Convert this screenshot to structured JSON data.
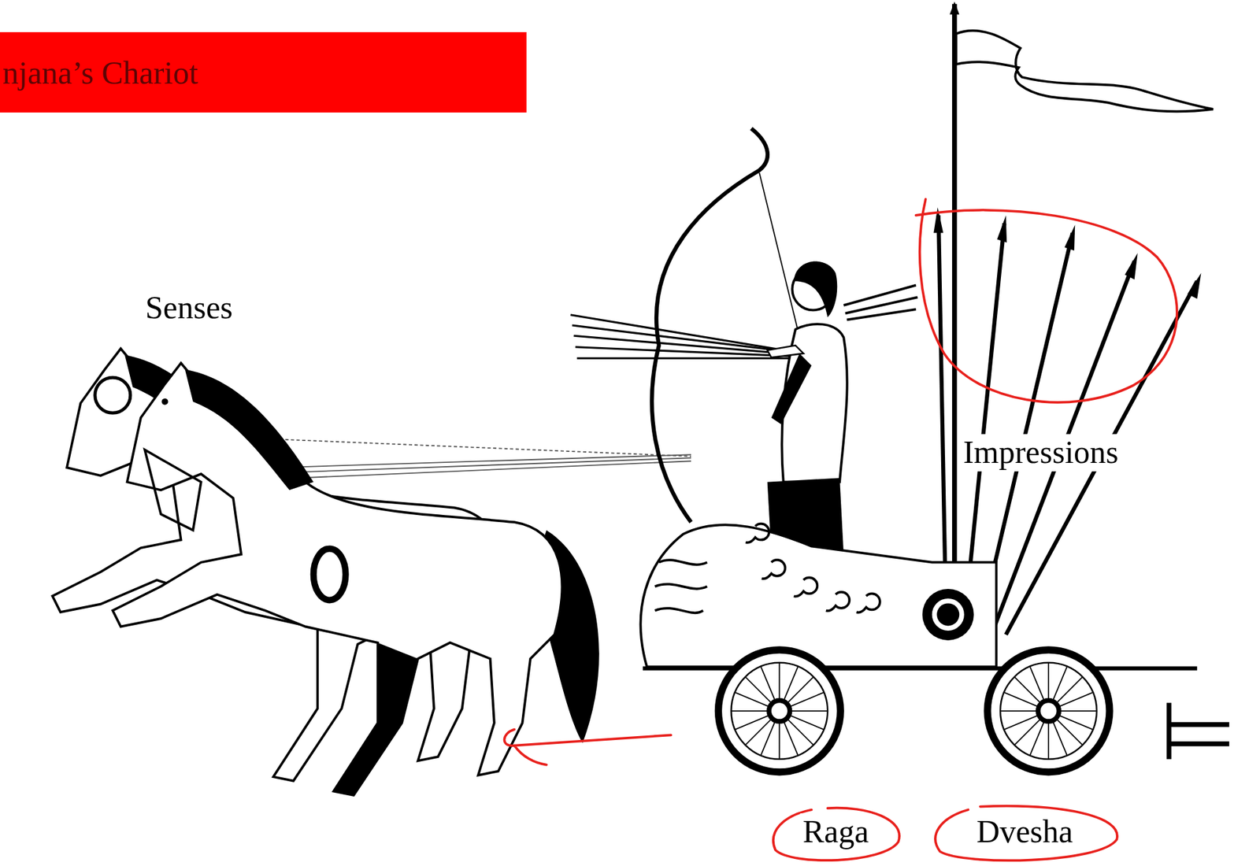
{
  "diagram": {
    "title": "njana’s Chariot",
    "labels": [
      "Senses",
      "Impressions",
      "Raga",
      "Dvesha"
    ]
  }
}
